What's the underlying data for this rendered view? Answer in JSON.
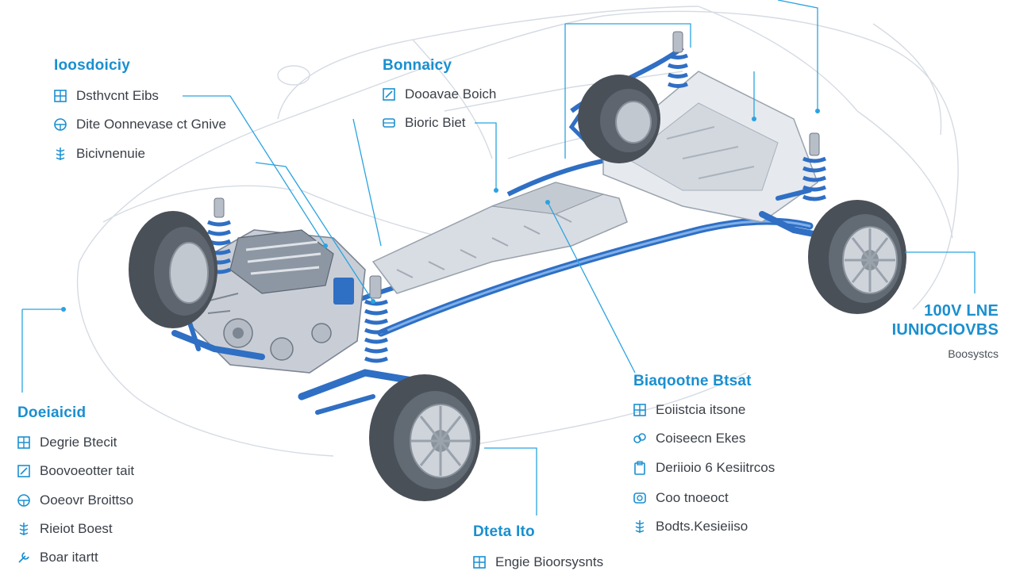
{
  "colors": {
    "accent": "#1a8fd0",
    "part_blue": "#2f6fc4",
    "metal": "#c9ced6",
    "outline": "#cfd6df",
    "text": "#3a3f47"
  },
  "groups": {
    "top_left": {
      "heading": "Ioosdoiciy",
      "items": [
        {
          "label": "Dsthvcnt Eibs",
          "icon": "grid-icon"
        },
        {
          "label": "Dite Oonnevase ct Gnive",
          "icon": "steering-wheel-icon"
        },
        {
          "label": "Bicivnenuie",
          "icon": "spring-icon"
        }
      ]
    },
    "top_center": {
      "heading": "Bonnaicy",
      "items": [
        {
          "label": "Dooavae Boich",
          "icon": "pencil-box-icon"
        },
        {
          "label": "Bioric Biet",
          "icon": "battery-icon"
        }
      ]
    },
    "right": {
      "heading_line1": "100V LNE",
      "heading_line2": "IUNIOCIOVBS",
      "sub": "Boosystcs"
    },
    "mid_right": {
      "heading": "Biaqootne Btsat",
      "items": [
        {
          "label": "Eoiistcia itsone",
          "icon": "grid-icon"
        },
        {
          "label": "Coiseecn Ekes",
          "icon": "link-icon"
        },
        {
          "label": "Deriioio 6 Kesiitrcos",
          "icon": "clipboard-icon"
        },
        {
          "label": "Coo tnoeoct",
          "icon": "gear-box-icon"
        },
        {
          "label": "Bodts.Kesieiiso",
          "icon": "spring-icon"
        }
      ]
    },
    "bottom_left": {
      "heading": "Doeiaicid",
      "items": [
        {
          "label": "Degrie Btecit",
          "icon": "grid-icon"
        },
        {
          "label": "Boovoeotter tait",
          "icon": "pencil-box-icon"
        },
        {
          "label": "Ooeovr Broittso",
          "icon": "steering-wheel-icon"
        },
        {
          "label": "Rieiot Boest",
          "icon": "spring-icon"
        },
        {
          "label": "Boar itartt",
          "icon": "wrench-icon"
        }
      ]
    },
    "bottom_center": {
      "heading": "Dteta Ito",
      "items": [
        {
          "label": "Engie Bioorsysnts",
          "icon": "grid-icon"
        }
      ]
    }
  }
}
